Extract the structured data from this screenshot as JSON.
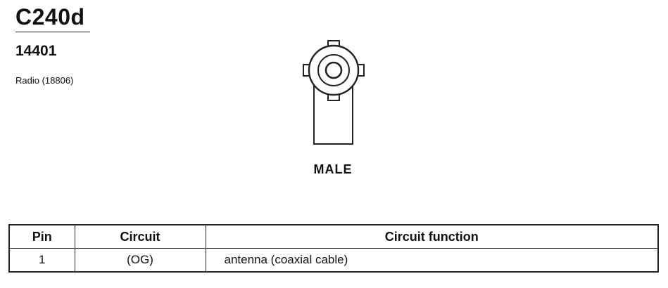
{
  "connector": {
    "id": "C240d",
    "part_number": "14401",
    "component": "Radio (18806)",
    "gender": "MALE"
  },
  "pin_table": {
    "headers": [
      "Pin",
      "Circuit",
      "Circuit function"
    ],
    "rows": [
      {
        "pin": "1",
        "circuit": "(OG)",
        "function": "antenna (coaxial cable)"
      }
    ]
  }
}
